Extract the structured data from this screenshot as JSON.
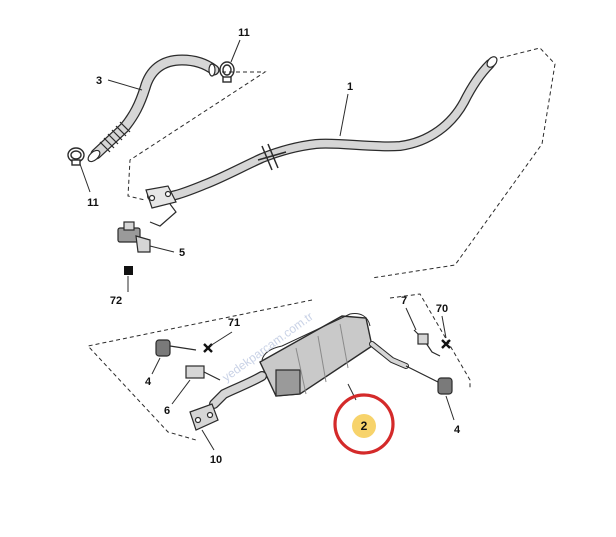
{
  "colors": {
    "line": "#2b2b2b",
    "pipe_fill": "#d6d6d6",
    "pipe_dark": "#9a9a9a",
    "highlight_ring": "#d42a2a",
    "highlight_dot": "#f7d36b",
    "watermark": "#c9d2e6"
  },
  "watermark": "yedekparcam.com.tr",
  "parts": {
    "p1": "1",
    "p2": "2",
    "p3": "3",
    "p4_left": "4",
    "p4_right": "4",
    "p5": "5",
    "p6": "6",
    "p7": "7",
    "p10": "10",
    "p11_top": "11",
    "p11_left": "11",
    "p70": "70",
    "p71": "71",
    "p72": "72"
  },
  "highlighted_part": "2"
}
